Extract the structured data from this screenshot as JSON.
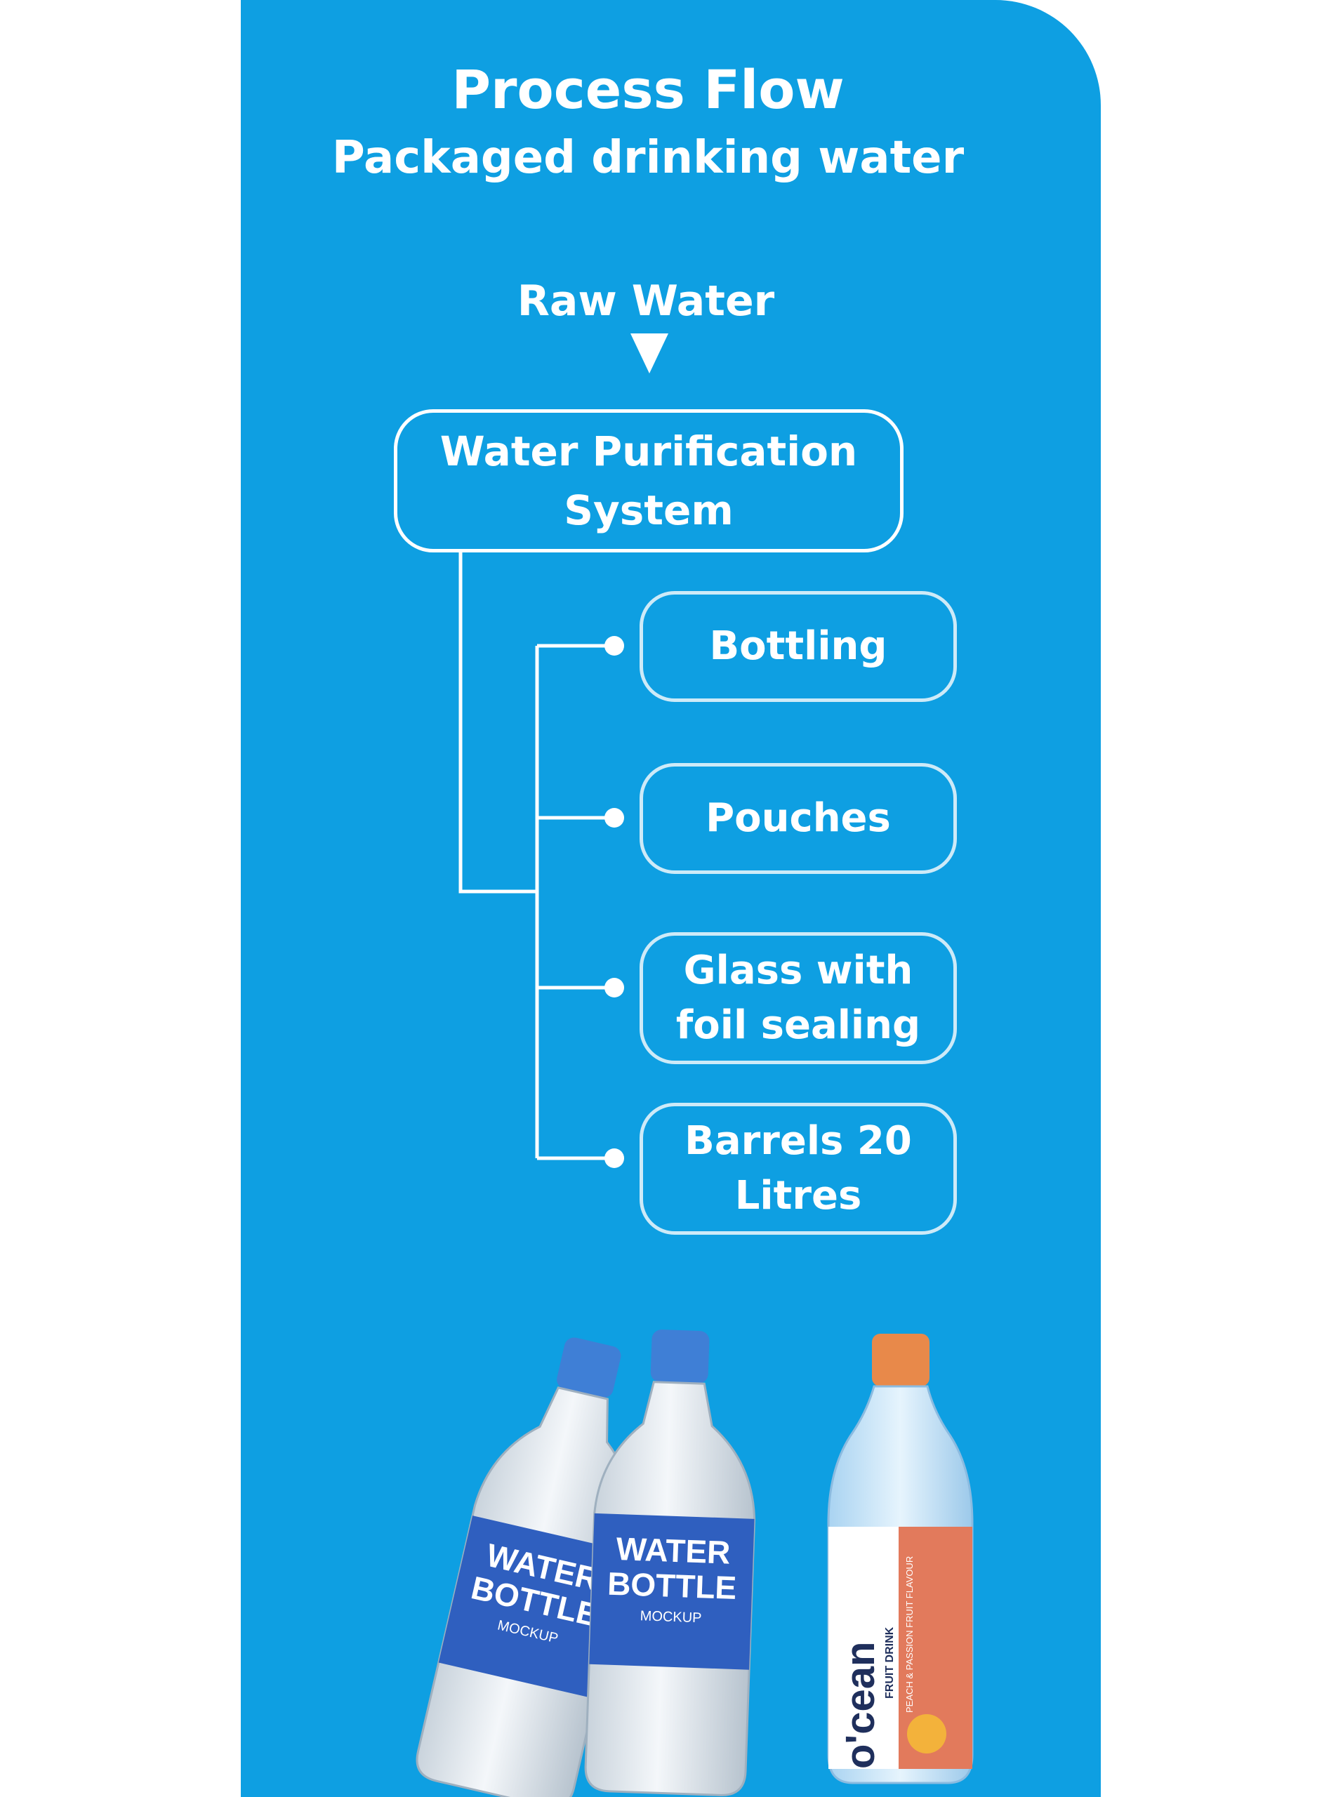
{
  "header": {
    "title": "Process Flow",
    "subtitle": "Packaged drinking water"
  },
  "flow": {
    "input": "Raw Water",
    "main_step": "Water Purification System",
    "outputs": [
      "Bottling",
      "Pouches",
      "Glass with foil sealing",
      "Barrels 20 Litres"
    ]
  },
  "images": {
    "bottle1_label": [
      "WATER",
      "BOTTLE",
      "MOCKUP"
    ],
    "bottle2_label": [
      "WATER",
      "BOTTLE",
      "MOCKUP"
    ],
    "bottle3_brand": "o'cean",
    "bottle3_sub": "FRUIT DRINK",
    "bottle3_flavour": "PEACH & PASSION FRUIT FLAVOUR"
  },
  "colors": {
    "background": "#0e9fe2",
    "foreground": "#ffffff",
    "cap_blue": "#3f7fd6",
    "cap_orange": "#e8894a"
  }
}
